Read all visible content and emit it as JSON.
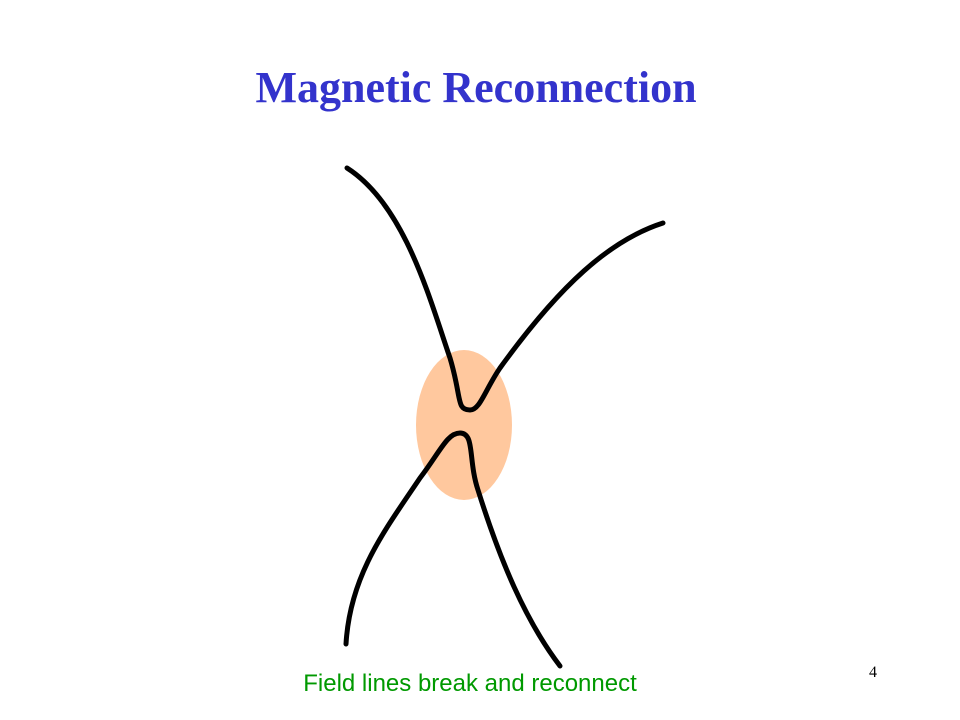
{
  "slide": {
    "title": "Magnetic Reconnection",
    "caption": "Field lines break and reconnect",
    "number": "4"
  },
  "diagram": {
    "region_color": "#ffc89e",
    "line_color": "#000000",
    "field_lines": [
      "upper-field-line",
      "lower-field-line"
    ]
  },
  "colors": {
    "title": "#3333cc",
    "caption": "#009900",
    "background": "#ffffff"
  }
}
